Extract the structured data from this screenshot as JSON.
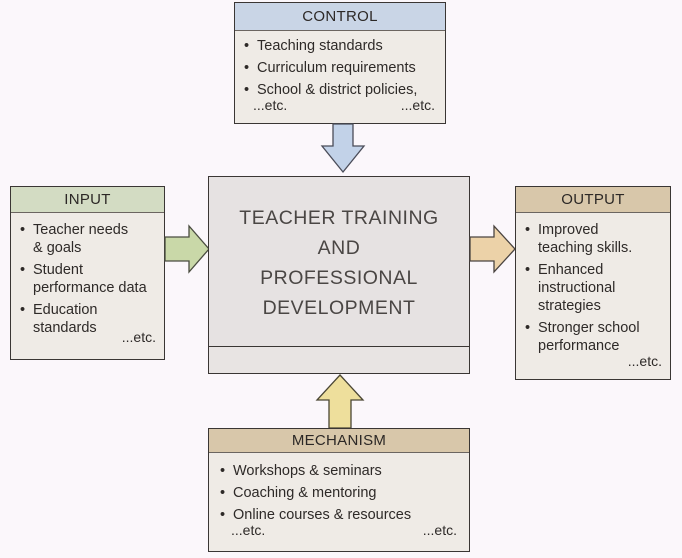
{
  "control": {
    "title": "CONTROL",
    "items": [
      "Teaching standards",
      "Curriculum requirements",
      "School & district policies,"
    ],
    "etc_left": "...etc.",
    "etc_right": "...etc.",
    "header_color": "#c9d5e6"
  },
  "input": {
    "title": "INPUT",
    "items": [
      [
        "Teacher needs",
        "& goals"
      ],
      [
        "Student",
        "performance data"
      ],
      [
        "Education",
        "standards"
      ]
    ],
    "etc": "...etc.",
    "header_color": "#d3dcc3"
  },
  "center": {
    "lines": [
      "TEACHER TRAINING",
      "AND",
      "PROFESSIONAL",
      "DEVELOPMENT"
    ]
  },
  "output": {
    "title": "OUTPUT",
    "items": [
      [
        "Improved",
        "teaching skills."
      ],
      [
        "Enhanced",
        "instructional",
        "strategies"
      ],
      [
        "Stronger school",
        "performance"
      ]
    ],
    "etc": "...etc.",
    "header_color": "#d8c7aa"
  },
  "mechanism": {
    "title": "MECHANISM",
    "items": [
      "Workshops & seminars",
      "Coaching & mentoring",
      "Online courses & resources"
    ],
    "etc_left": "...etc.",
    "etc_right": "...etc.",
    "header_color": "#d8c7aa"
  },
  "arrows": {
    "control_color": "#c2d2e8",
    "input_color": "#c9d8a8",
    "output_color": "#ecd2a8",
    "mechanism_color": "#eedf9c"
  }
}
